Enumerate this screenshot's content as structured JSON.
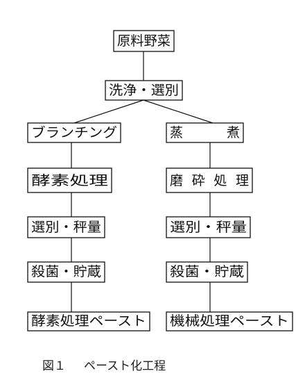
{
  "nodes": {
    "raw_vegetables": "原料野菜",
    "wash_select": "洗浄・選別",
    "left": {
      "blanching": "ブランチング",
      "enzyme_treatment": "酵素処理",
      "select_weigh": "選別・秤量",
      "sterilize_store": "殺菌・貯蔵",
      "product": "酵素処理ペースト"
    },
    "right": {
      "boiling": "蒸煮",
      "grinding": "磨砕処理",
      "select_weigh": "選別・秤量",
      "sterilize_store": "殺菌・貯蔵",
      "product": "機械処理ペースト"
    }
  },
  "caption": {
    "figure_number": "図１",
    "title": "ペースト化工程"
  }
}
